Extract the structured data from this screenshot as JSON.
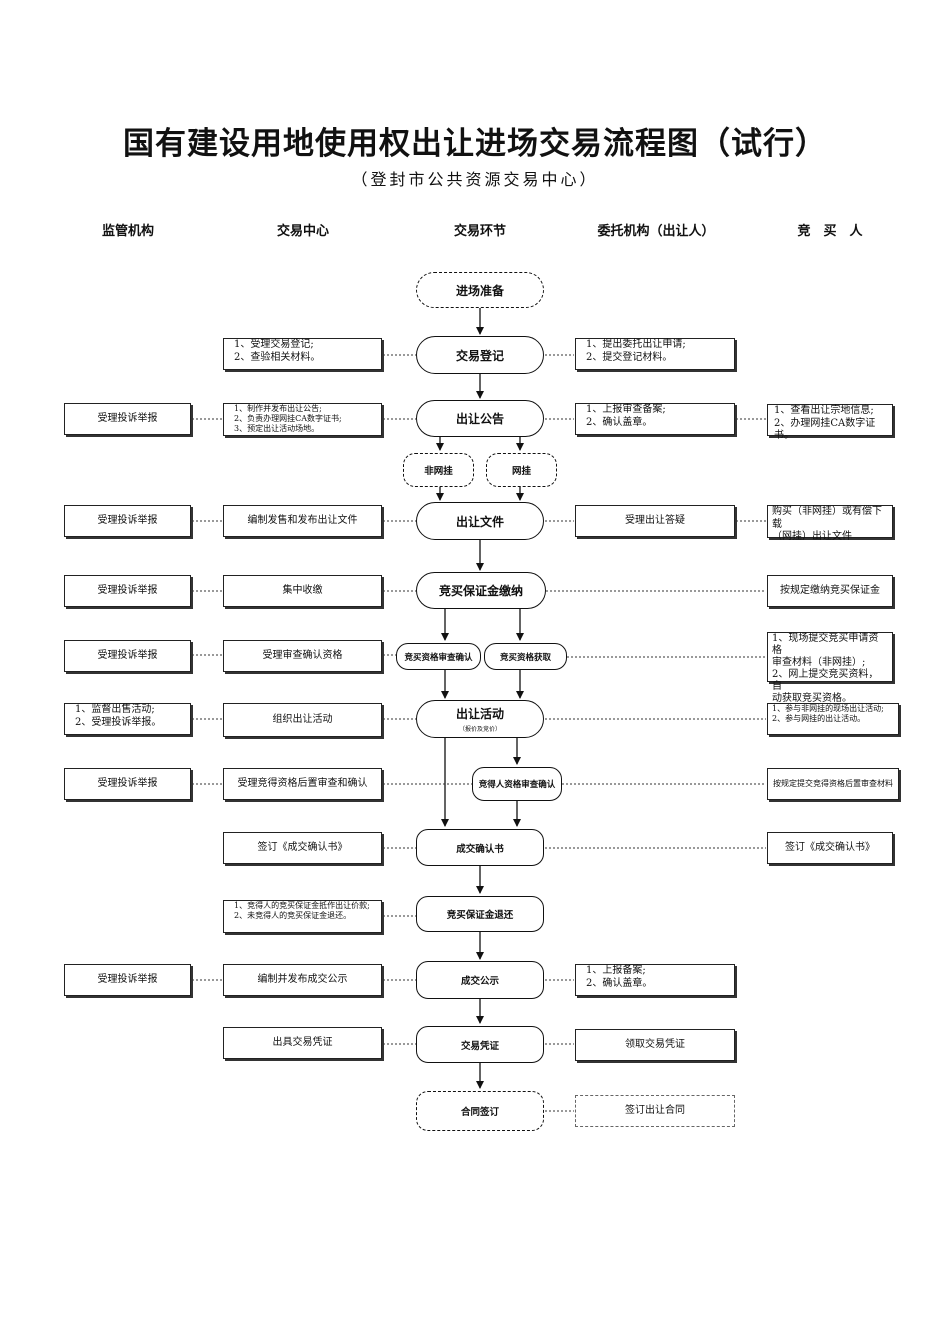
{
  "title": "国有建设用地使用权出让进场交易流程图（试行）",
  "subtitle": "（登封市公共资源交易中心）",
  "columns": [
    "监管机构",
    "交易中心",
    "交易环节",
    "委托机构（出让人）",
    "竞　买　人"
  ],
  "flow": {
    "n1": "进场准备",
    "n2": "交易登记",
    "n3": "出让公告",
    "n3a": "非网挂",
    "n3b": "网挂",
    "n4": "出让文件",
    "n5": "竞买保证金缴纳",
    "n6a": "竞买资格审查确认",
    "n6b": "竞买资格获取",
    "n7": "出让活动",
    "n7sub": "（报价及竞价）",
    "n8": "竞得人资格审查确认",
    "n9": "成交确认书",
    "n10": "竞买保证金退还",
    "n11": "成交公示",
    "n12": "交易凭证",
    "n13": "合同签订"
  },
  "supervision": {
    "r3": "受理投诉举报",
    "r4": "受理投诉举报",
    "r5": "受理投诉举报",
    "r6": "受理投诉举报",
    "r7a": "1、监督出售活动;",
    "r7b": "2、受理投诉举报。",
    "r8": "受理投诉举报",
    "r11": "受理投诉举报"
  },
  "center": {
    "r2a": "1、受理交易登记;",
    "r2b": "2、查验相关材料。",
    "r3a": "1、制作并发布出让公告;",
    "r3b": "2、负责办理网挂CA数字证书;",
    "r3c": "3、预定出让活动场地。",
    "r4": "编制发售和发布出让文件",
    "r5": "集中收缴",
    "r6": "受理审查确认资格",
    "r7": "组织出让活动",
    "r8": "受理竞得资格后置审查和确认",
    "r9": "签订《成交确认书》",
    "r10a": "1、竞得人的竞买保证金抵作出让价款;",
    "r10b": "2、未竞得人的竞买保证金退还。",
    "r11": "编制并发布成交公示",
    "r12": "出具交易凭证"
  },
  "seller": {
    "r2a": "1、提出委托出让申请;",
    "r2b": "2、提交登记材料。",
    "r3a": "1、上报审查备案;",
    "r3b": "2、确认盖章。",
    "r4": "受理出让答疑",
    "r11a": "1、上报备案;",
    "r11b": "2、确认盖章。",
    "r12": "领取交易凭证",
    "r13": "签订出让合同"
  },
  "bidder": {
    "r3a": "1、查看出让宗地信息;",
    "r3b": "2、办理网挂CA数字证书。",
    "r4a": "购买（非网挂）或有偿下载",
    "r4b": "（网挂）出让文件",
    "r5": "按规定缴纳竞买保证金",
    "r6a": "1、现场提交竞买申请资格",
    "r6b": "审查材料（非网挂）;",
    "r6c": "2、网上提交竞买资料，自",
    "r6d": "动获取竞买资格。",
    "r7a": "1、参与非网挂的现场出让活动;",
    "r7b": "2、参与网挂的出让活动。",
    "r8": "按规定提交竞得资格后置审查材料",
    "r9": "签订《成交确认书》"
  }
}
